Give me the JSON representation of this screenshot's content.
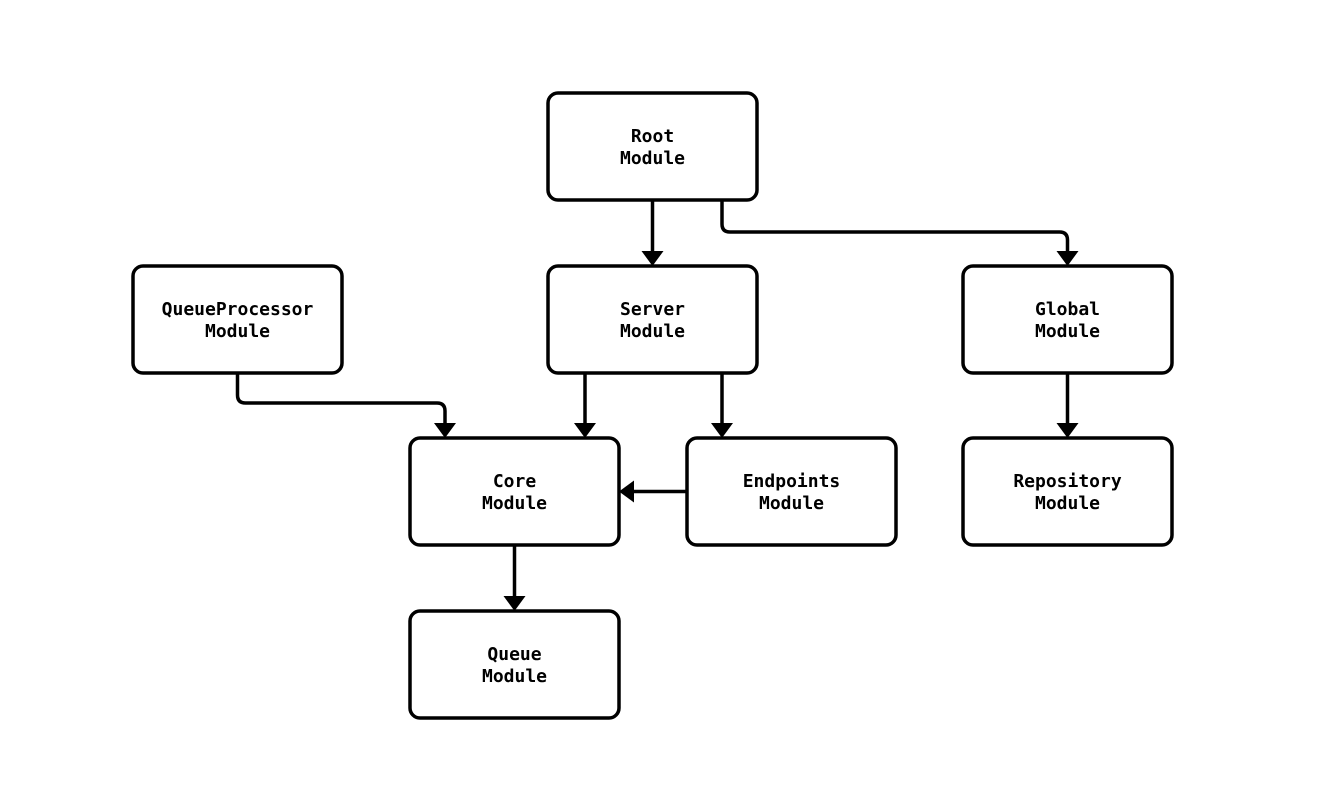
{
  "diagram": {
    "type": "module-dependency-graph",
    "background_color": "#ffffff",
    "stroke_color": "#000000",
    "nodes": [
      {
        "id": "root-module",
        "line1": "Root",
        "line2": "Module"
      },
      {
        "id": "queueprocessor-module",
        "line1": "QueueProcessor",
        "line2": "Module"
      },
      {
        "id": "server-module",
        "line1": "Server",
        "line2": "Module"
      },
      {
        "id": "global-module",
        "line1": "Global",
        "line2": "Module"
      },
      {
        "id": "core-module",
        "line1": "Core",
        "line2": "Module"
      },
      {
        "id": "endpoints-module",
        "line1": "Endpoints",
        "line2": "Module"
      },
      {
        "id": "repository-module",
        "line1": "Repository",
        "line2": "Module"
      },
      {
        "id": "queue-module",
        "line1": "Queue",
        "line2": "Module"
      }
    ],
    "edges": [
      {
        "from": "root-module",
        "to": "server-module"
      },
      {
        "from": "root-module",
        "to": "global-module"
      },
      {
        "from": "queueprocessor-module",
        "to": "core-module"
      },
      {
        "from": "server-module",
        "to": "core-module"
      },
      {
        "from": "server-module",
        "to": "endpoints-module"
      },
      {
        "from": "endpoints-module",
        "to": "core-module"
      },
      {
        "from": "global-module",
        "to": "repository-module"
      },
      {
        "from": "core-module",
        "to": "queue-module"
      }
    ]
  }
}
